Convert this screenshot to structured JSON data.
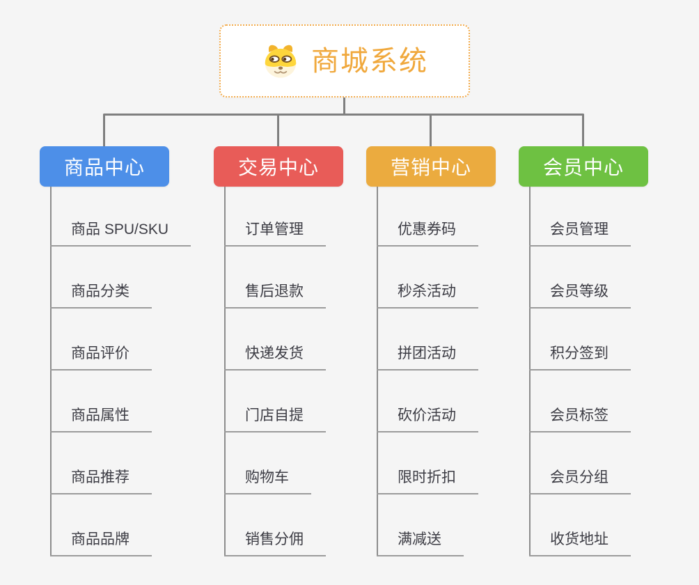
{
  "root": {
    "title": "商城系统",
    "icon": "dog-face-icon",
    "border_color": "#f3ab4b",
    "title_color": "#f0a83c"
  },
  "connector_color": "#7f7f7f",
  "background_color": "#f5f5f5",
  "underline_color": "#9b9b9b",
  "branches": [
    {
      "label": "商品中心",
      "color": "#4d8fe8",
      "items": [
        "商品 SPU/SKU",
        "商品分类",
        "商品评价",
        "商品属性",
        "商品推荐",
        "商品品牌"
      ]
    },
    {
      "label": "交易中心",
      "color": "#e85c58",
      "items": [
        "订单管理",
        "售后退款",
        "快递发货",
        "门店自提",
        "购物车",
        "销售分佣"
      ]
    },
    {
      "label": "营销中心",
      "color": "#ebab3f",
      "items": [
        "优惠券码",
        "秒杀活动",
        "拼团活动",
        "砍价活动",
        "限时折扣",
        "满减送"
      ]
    },
    {
      "label": "会员中心",
      "color": "#6ec142",
      "items": [
        "会员管理",
        "会员等级",
        "积分签到",
        "会员标签",
        "会员分组",
        "收货地址"
      ]
    }
  ]
}
